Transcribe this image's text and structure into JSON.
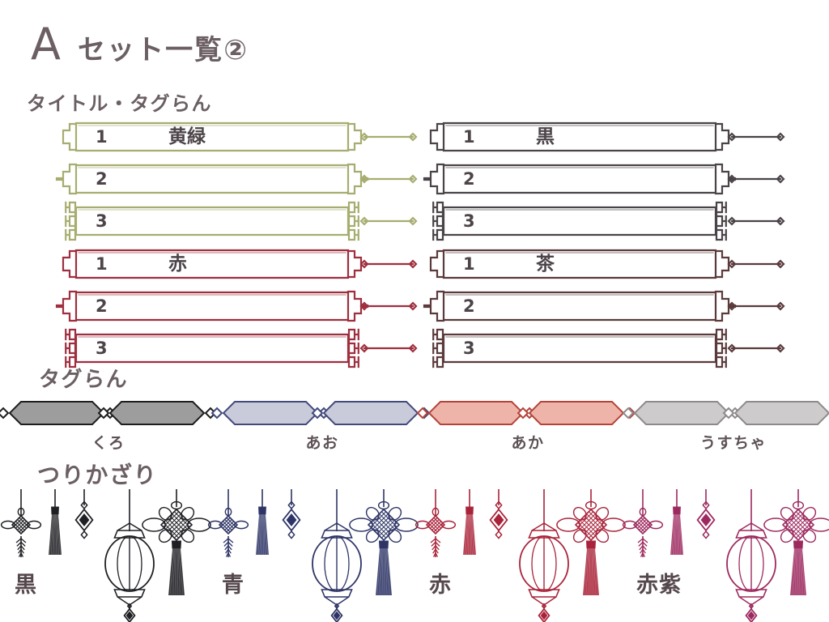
{
  "header": {
    "title_letter": "A",
    "title_text": "セット一覧②",
    "section_titles": {
      "title_tag": "タイトル・タグらん",
      "tag": "タグらん",
      "hanging": "つりかざり"
    }
  },
  "banner_sets": [
    {
      "name": "kimidori",
      "color": "#a7ad70",
      "position": "top-left",
      "rows": [
        {
          "number": "1",
          "label": "黄緑"
        },
        {
          "number": "2",
          "label": ""
        },
        {
          "number": "3",
          "label": ""
        }
      ]
    },
    {
      "name": "kuro",
      "color": "#4a4348",
      "position": "top-right",
      "rows": [
        {
          "number": "1",
          "label": "黒"
        },
        {
          "number": "2",
          "label": ""
        },
        {
          "number": "3",
          "label": ""
        }
      ]
    },
    {
      "name": "aka",
      "color": "#9e2f3e",
      "position": "bottom-left",
      "rows": [
        {
          "number": "1",
          "label": "赤"
        },
        {
          "number": "2",
          "label": ""
        },
        {
          "number": "3",
          "label": ""
        }
      ]
    },
    {
      "name": "cha",
      "color": "#5b3a3c",
      "position": "bottom-right",
      "rows": [
        {
          "number": "1",
          "label": "茶"
        },
        {
          "number": "2",
          "label": ""
        },
        {
          "number": "3",
          "label": ""
        }
      ]
    }
  ],
  "tags": [
    {
      "label": "くろ",
      "stroke": "#1d1d1d",
      "fill": "#9d9d9d"
    },
    {
      "label": "あお",
      "stroke": "#434a7a",
      "fill": "#c9cada"
    },
    {
      "label": "あか",
      "stroke": "#b4443a",
      "fill": "#eeb4aa"
    },
    {
      "label": "うすちゃ",
      "stroke": "#8e8a8a",
      "fill": "#cdcbcb"
    }
  ],
  "ornaments": [
    {
      "label": "黒",
      "color": "#1f2024"
    },
    {
      "label": "青",
      "color": "#2e3566"
    },
    {
      "label": "赤",
      "color": "#a9243a"
    },
    {
      "label": "赤紫",
      "color": "#9d2a5f"
    }
  ]
}
